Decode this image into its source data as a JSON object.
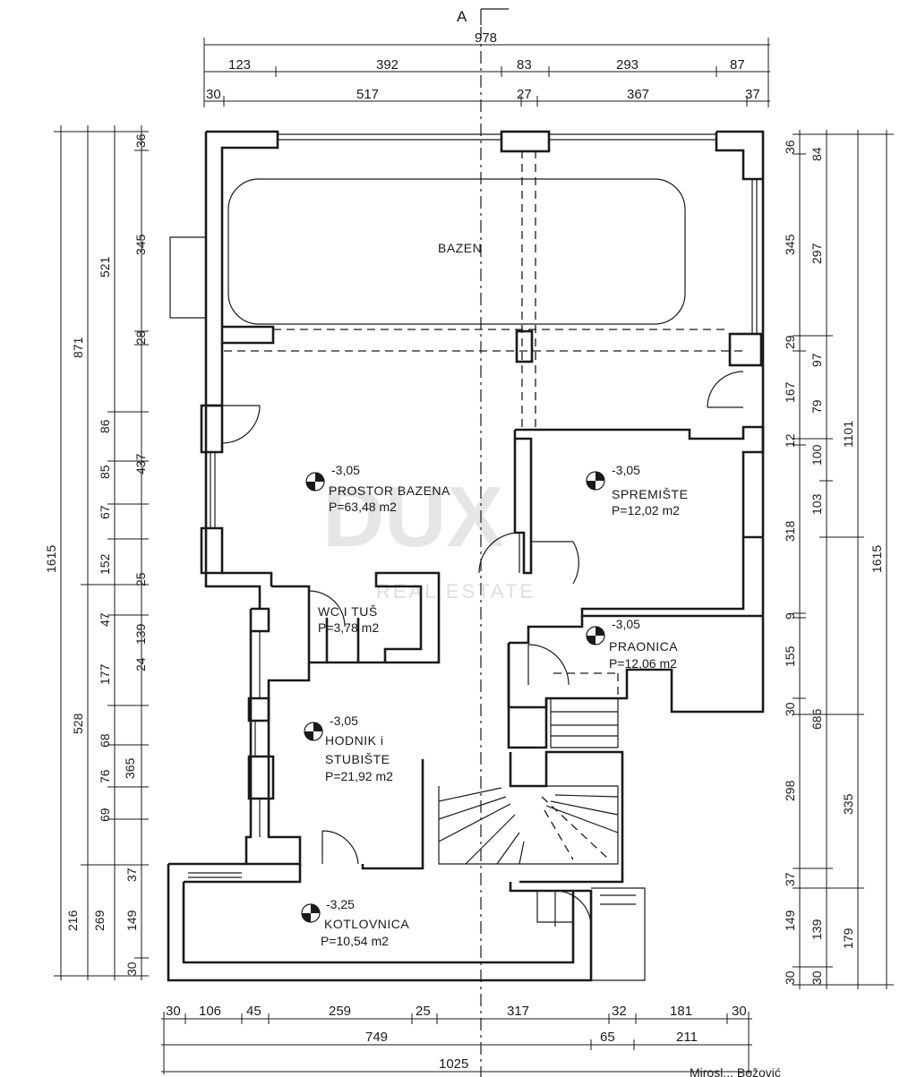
{
  "section_marker": "A",
  "top_dims": {
    "overall": "978",
    "row2": [
      "123",
      "392",
      "83",
      "293",
      "87"
    ],
    "row3": [
      "30",
      "517",
      "27",
      "367",
      "37"
    ]
  },
  "bottom_dims": {
    "row1": [
      "30",
      "106",
      "45",
      "259",
      "25",
      "317",
      "32",
      "181",
      "30"
    ],
    "row2": [
      "749",
      "65",
      "211"
    ],
    "overall": "1025"
  },
  "left_dims": {
    "col_overall": "1615",
    "col_871": "871",
    "col_528": "528",
    "col_216": "216",
    "col_521": "521",
    "col_269": "269",
    "col_a": [
      "86",
      "85",
      "67",
      "152",
      "47",
      "177",
      "68",
      "76",
      "69",
      "37",
      "149",
      "30"
    ],
    "col_b": [
      "36",
      "345",
      "28",
      "437",
      "25",
      "139",
      "24",
      "365",
      "37",
      "149",
      "30"
    ]
  },
  "right_dims": {
    "col_a": [
      "36",
      "345",
      "29",
      "167",
      "12",
      "318",
      "9",
      "155",
      "30",
      "298",
      "37",
      "149",
      "30"
    ],
    "col_b": [
      "84",
      "297",
      "97",
      "79",
      "100",
      "103",
      "686",
      "139",
      "30"
    ],
    "col_c": [
      "1101",
      "335",
      "179"
    ],
    "col_d": "1615"
  },
  "rooms": {
    "bazen": {
      "name": "BAZEN"
    },
    "prostor": {
      "level": "-3,05",
      "name": "PROSTOR BAZENA",
      "area": "P=63,48 m2"
    },
    "spremiste": {
      "level": "-3,05",
      "name": "SPREMIŠTE",
      "area": "P=12,02 m2"
    },
    "wc": {
      "name": "WC I TUŠ",
      "area": "P=3,78 m2"
    },
    "praonica": {
      "level": "-3,05",
      "name": "PRAONICA",
      "area": "P=12,06 m2"
    },
    "hodnik": {
      "level": "-3,05",
      "name1": "HODNIK i",
      "name2": "STUBIŠTE",
      "area": "P=21,92 m2"
    },
    "kotlovnica": {
      "level": "-3,25",
      "name": "KOTLOVNICA",
      "area": "P=10,54 m2"
    }
  },
  "watermark": {
    "logo": "DUX",
    "tagline": "REAL ESTATE"
  },
  "signature": "Mirosl... Božović"
}
